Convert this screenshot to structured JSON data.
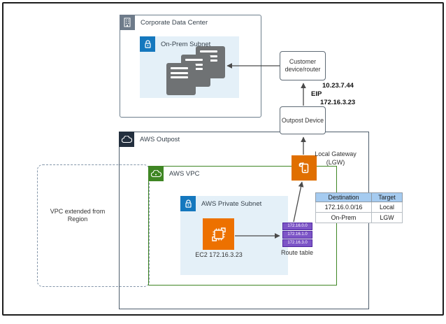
{
  "cdc": {
    "title": "Corporate Data Center",
    "subnet_title": "On-Prem Subnet"
  },
  "customer_device": {
    "line1": "Customer",
    "line2": "device/router"
  },
  "eip": {
    "public_ip": "10.23.7.44",
    "label": "EIP",
    "private_ip": "172.16.3.23"
  },
  "outpost_device": {
    "label": "Outpost Device"
  },
  "outpost": {
    "title": "AWS Outpost"
  },
  "vpc": {
    "title": "AWS VPC"
  },
  "vpc_extended": {
    "line1": "VPC extended from",
    "line2": "Region"
  },
  "private_subnet": {
    "title": "AWS Private Subnet"
  },
  "ec2": {
    "label": "EC2 172.16.3.23"
  },
  "route_table": {
    "label": "Route table",
    "entries": [
      "172.16.0.0",
      "172.16.1.0",
      "172.16.3.0"
    ]
  },
  "lgw": {
    "line1": "Local Gateway",
    "line2": "(LGW)"
  },
  "routing": {
    "headers": [
      "Destination",
      "Target"
    ],
    "rows": [
      [
        "172.16.0.0/16",
        "Local"
      ],
      [
        "On-Prem",
        "LGW"
      ]
    ]
  },
  "icons": {
    "corporate_data_center": "building-icon",
    "subnet_lock": "lock-icon",
    "outpost": "cloud-icon",
    "vpc": "cloud-icon",
    "ec2": "chip-icon",
    "local_gateway": "gateway-icon",
    "servers": "server-stack-icon"
  },
  "colors": {
    "aws_orange": "#ED7100",
    "vpc_green": "#3F8624",
    "outpost_navy": "#232F3E",
    "subnet_fill": "#E4F0F8",
    "lock_blue": "#1578BE",
    "group_gray": "#6E7B8A",
    "route_purple": "#7D55C7",
    "table_header_blue": "#A5CBF0"
  }
}
